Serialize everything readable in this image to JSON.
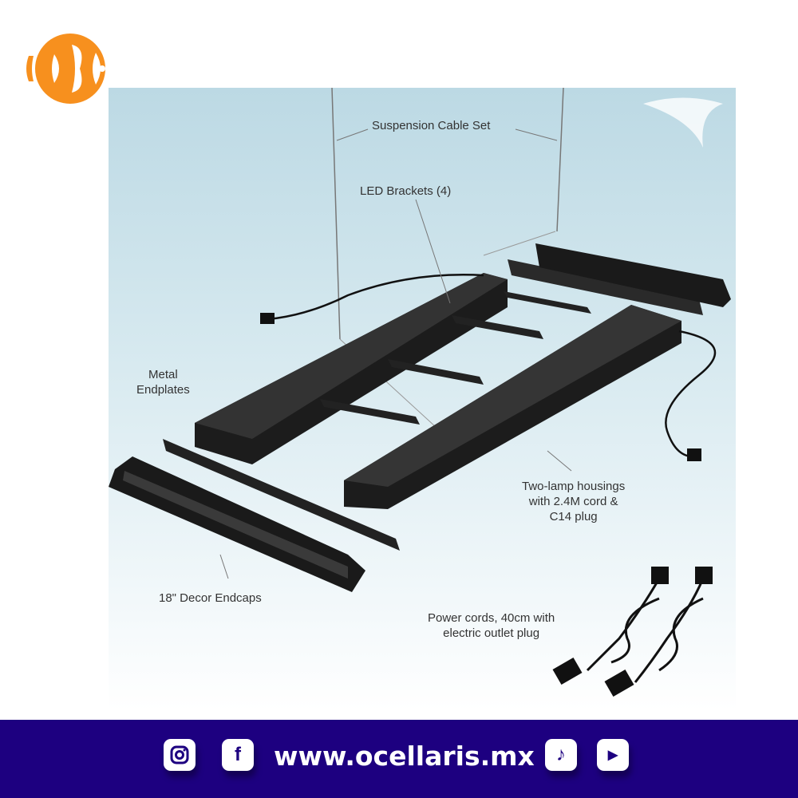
{
  "brand": {
    "logo": "ocellaris clownfish logo",
    "accent": "#f7901e"
  },
  "labels": {
    "suspension": "Suspension Cable Set",
    "brackets": "LED Brackets (4)",
    "endplates": [
      "Metal",
      "Endplates"
    ],
    "housings": [
      "Two-lamp housings",
      "with 2.4M cord &",
      "C14 plug"
    ],
    "endcaps": "18\" Decor Endcaps",
    "power": [
      "Power cords, 40cm with",
      "electric outlet plug"
    ]
  },
  "footer": {
    "url": "www.ocellaris.mx",
    "background": "#1d0080",
    "icons": [
      "instagram-icon",
      "facebook-icon",
      "tiktok-icon",
      "youtube-icon"
    ],
    "facebook_glyph": "f",
    "tiktok_glyph": "♪",
    "youtube_glyph": "▶"
  }
}
